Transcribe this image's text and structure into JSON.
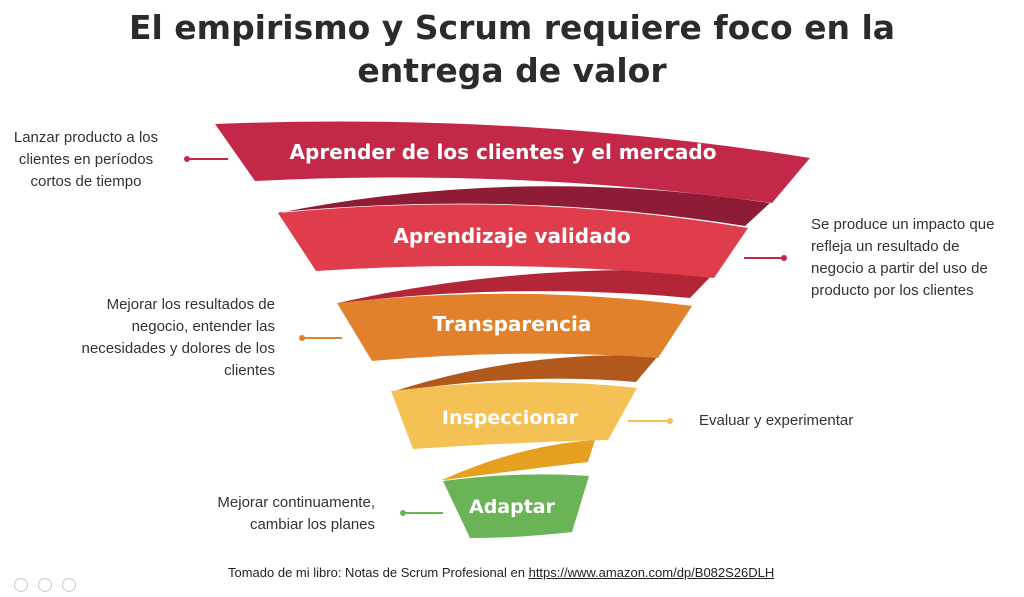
{
  "title": {
    "line1": "El empirismo y Scrum requiere foco en la",
    "line2": "entrega de valor"
  },
  "funnel": {
    "levels": [
      {
        "label": "Aprender de los clientes y el mercado",
        "color": "#c32849"
      },
      {
        "label": "Aprendizaje validado",
        "color": "#df3d4b"
      },
      {
        "label": "Transparencia",
        "color": "#e1812c"
      },
      {
        "label": "Inspeccionar",
        "color": "#f3c154"
      },
      {
        "label": "Adaptar",
        "color": "#6ab356"
      }
    ],
    "fold_colors": [
      "#8e1c35",
      "#b22638",
      "#b1591d",
      "#e6a020"
    ]
  },
  "notes": {
    "lanzar": [
      "Lanzar producto a los",
      "clientes en períodos",
      "cortos de tiempo"
    ],
    "impacto": [
      "Se produce un impacto que",
      "refleja un resultado de",
      "negocio a partir del uso de",
      "producto por los clientes"
    ],
    "mejorar_resultados": [
      "Mejorar los resultados de",
      "negocio, entender las",
      "necesidades y dolores de los",
      "clientes"
    ],
    "evaluar": [
      "Evaluar y experimentar"
    ],
    "mejorar_continuamente": [
      "Mejorar continuamente,",
      "cambiar los planes"
    ]
  },
  "footer": {
    "text": "Tomado de mi libro: Notas de Scrum Profesional en ",
    "link": "https://www.amazon.com/dp/B082S26DLH"
  }
}
